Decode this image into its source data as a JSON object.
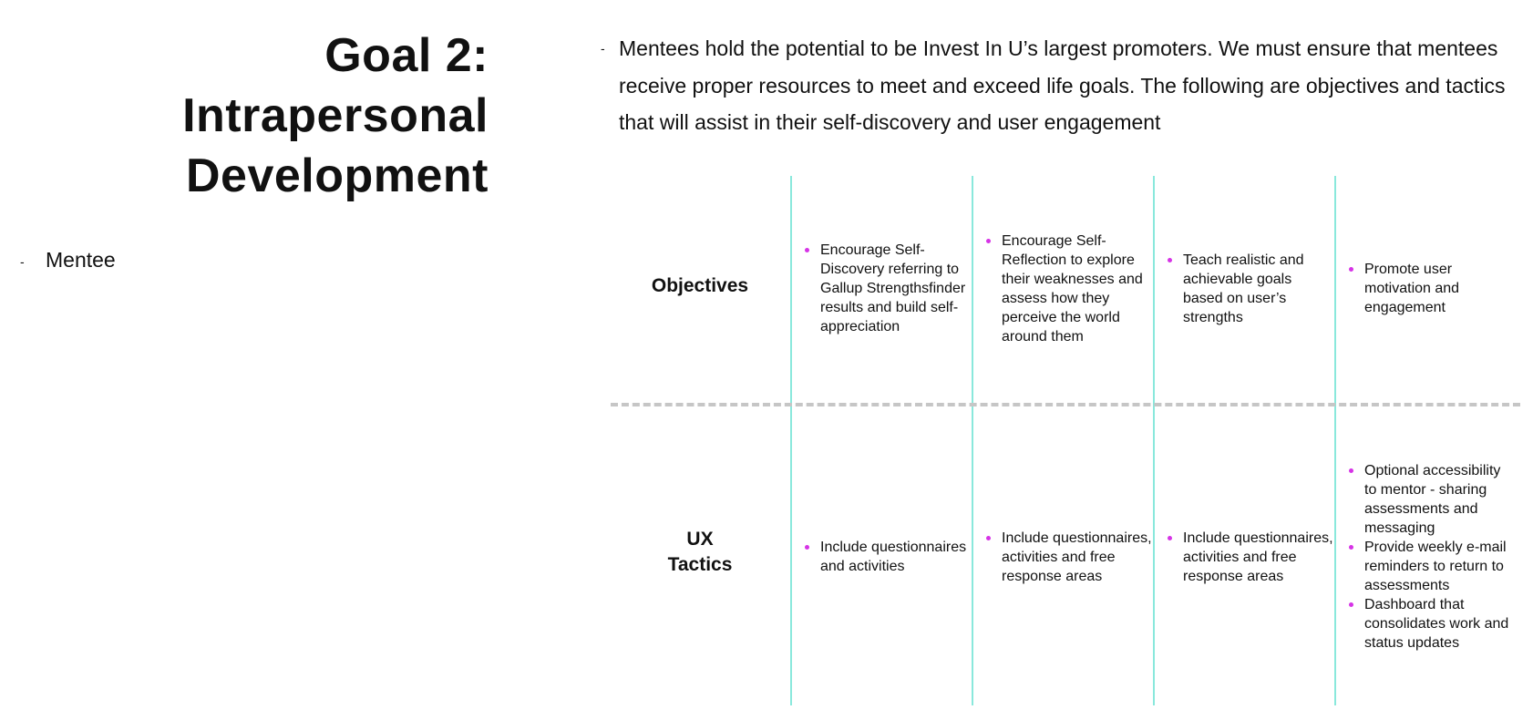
{
  "title": {
    "line1": "Goal 2: Intrapersonal",
    "line2": "Development"
  },
  "left_bullet": {
    "marker": "-",
    "text": "Mentee"
  },
  "intro": {
    "marker": "-",
    "text": "Mentees hold the potential to be Invest In U’s largest promoters. We must ensure that mentees receive proper resources to meet and exceed life goals. The following are objectives and tactics that will assist in their self-discovery and user engagement"
  },
  "colors": {
    "column_line": "#8ae8dc",
    "row_divider": "#c6c6c6",
    "bullet": "#d633e6"
  },
  "table": {
    "row_labels": {
      "objectives": "Objectives",
      "ux_tactics_line1": "UX",
      "ux_tactics_line2": "Tactics"
    },
    "objectives": [
      [
        "Encourage Self-Discovery referring to Gallup Strengthsfinder results and build self-appreciation"
      ],
      [
        "Encourage Self-Reflection to explore their weaknesses and assess how they perceive the world around them"
      ],
      [
        "Teach realistic and achievable goals based on user’s strengths"
      ],
      [
        "Promote user motivation and engagement"
      ]
    ],
    "ux_tactics": [
      [
        "Include questionnaires and activities"
      ],
      [
        "Include questionnaires, activities and free response areas"
      ],
      [
        "Include questionnaires, activities and free response areas"
      ],
      [
        "Optional accessibility to mentor - sharing assessments and messaging",
        "Provide weekly e-mail reminders to return to assessments",
        "Dashboard that consolidates work and status updates"
      ]
    ]
  }
}
